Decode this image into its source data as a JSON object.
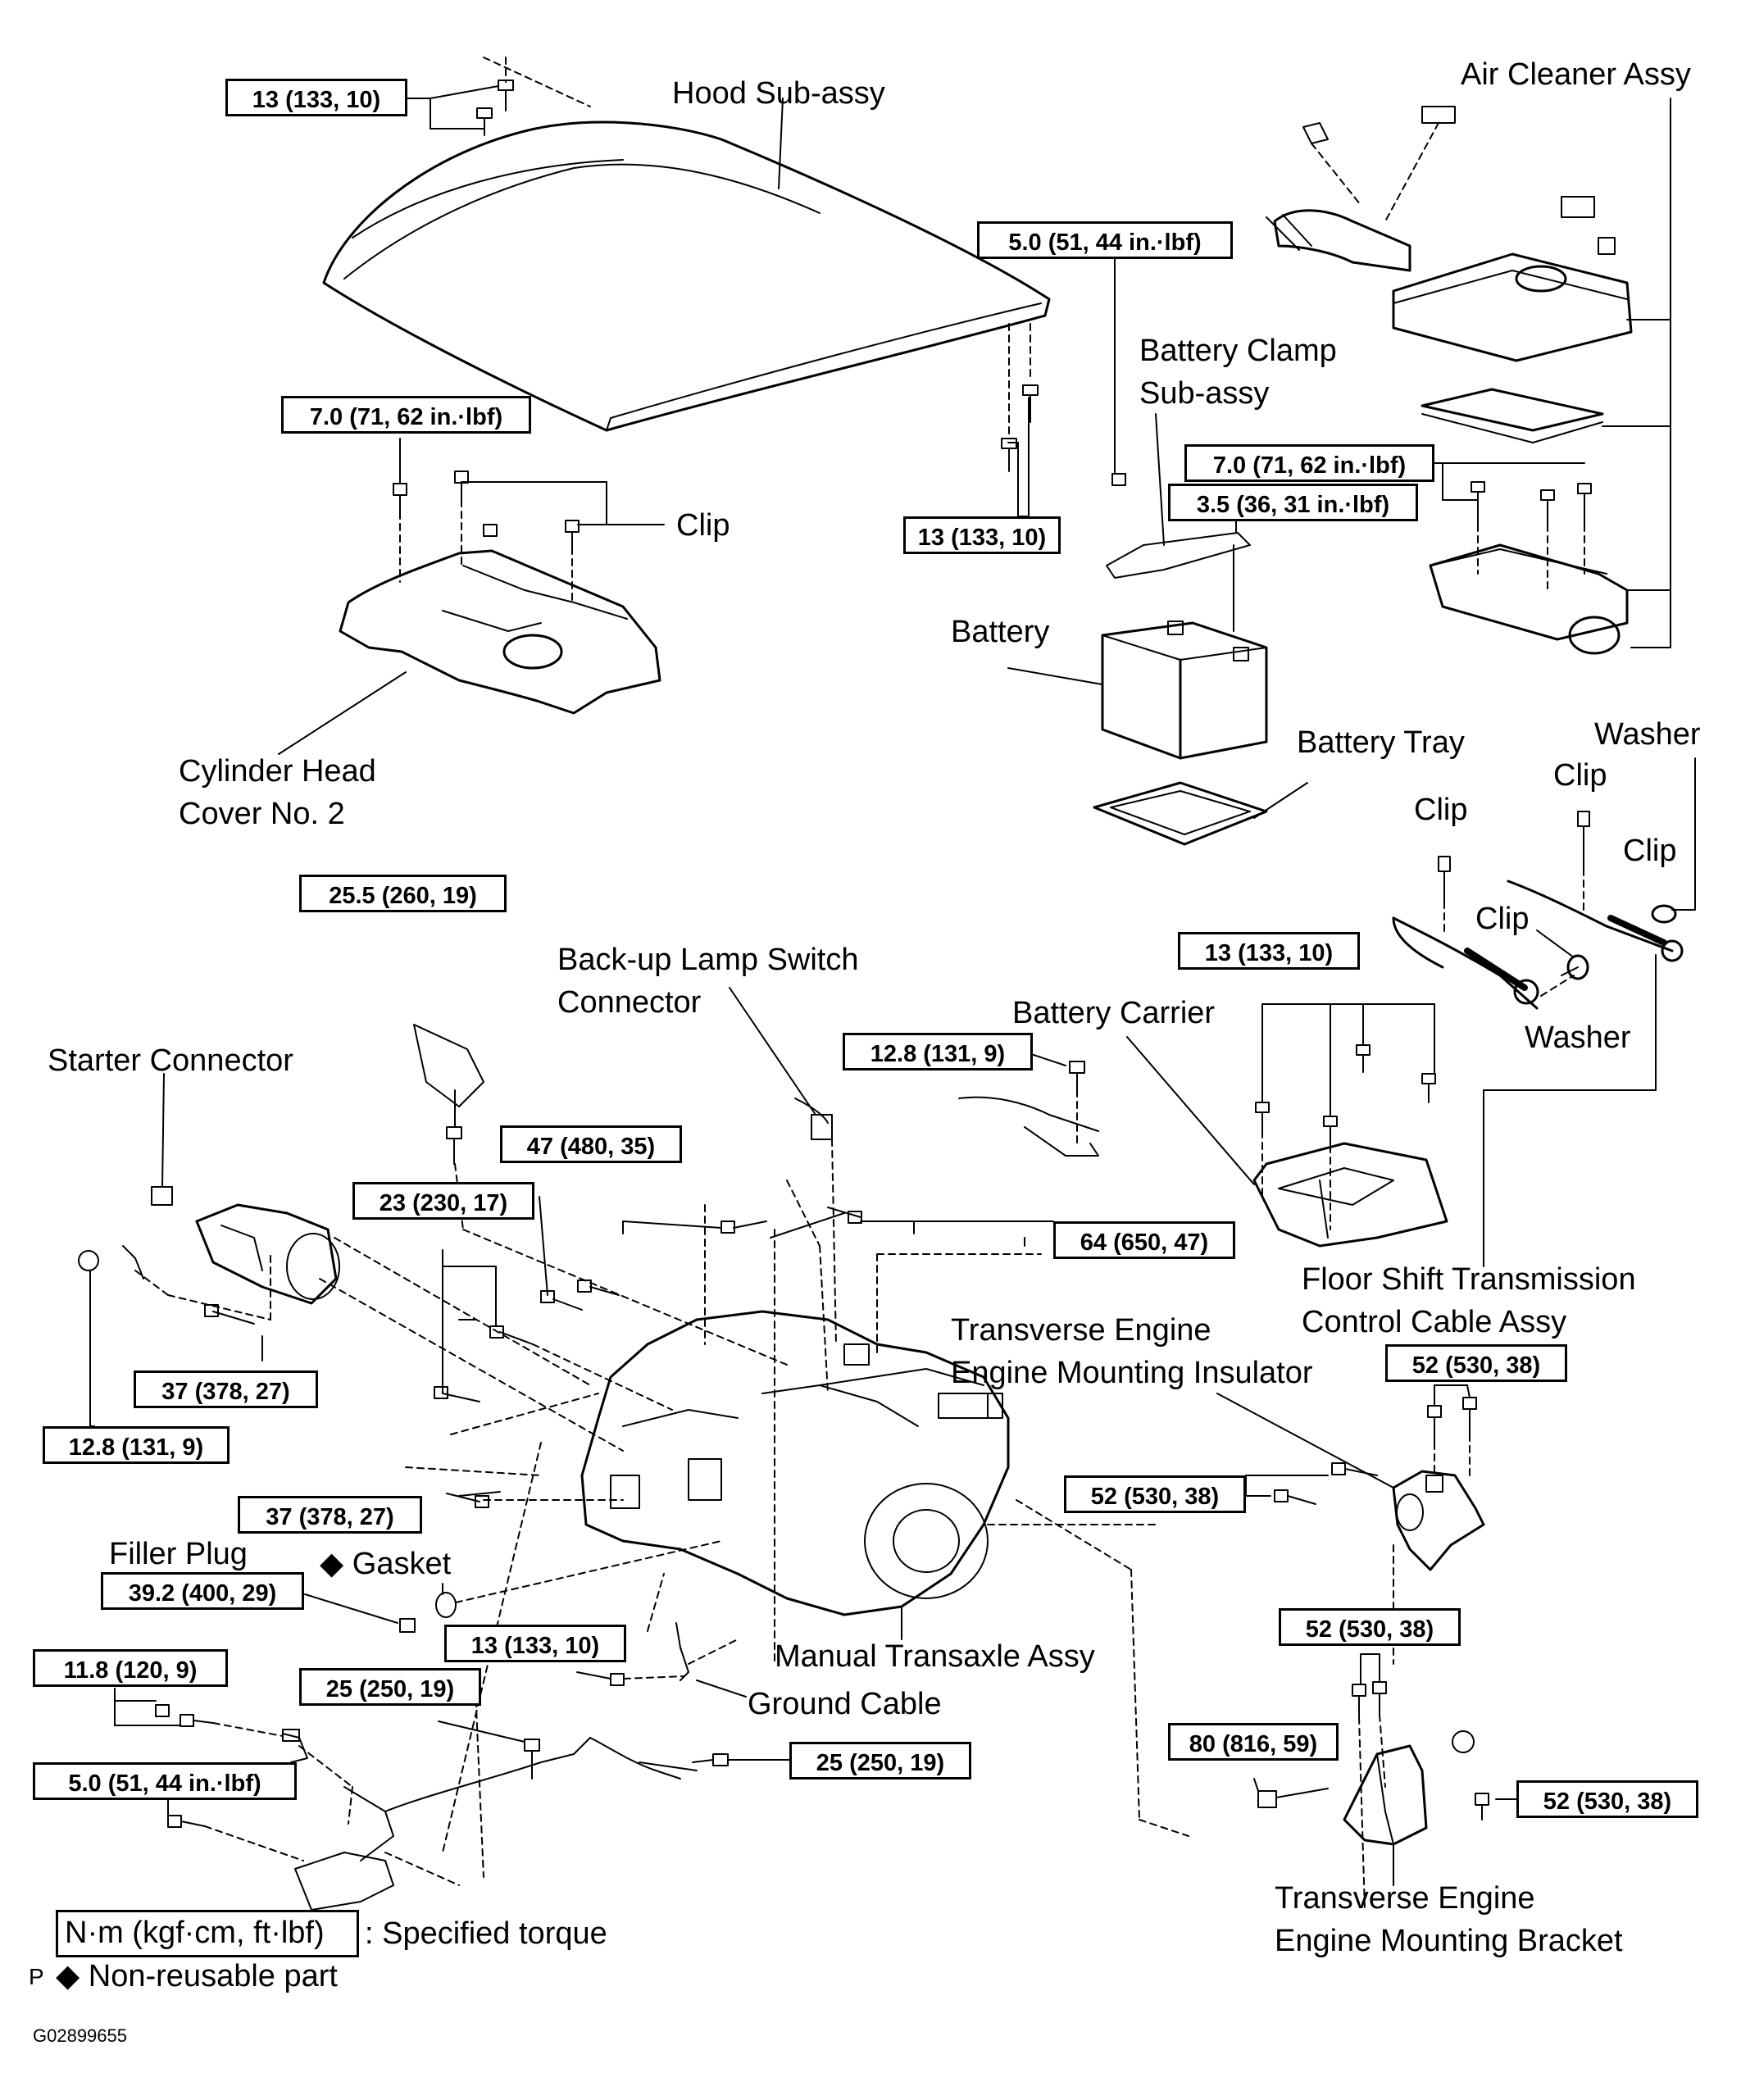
{
  "labels": {
    "hood": "Hood  Sub-assy",
    "air_cleaner": "Air Cleaner Assy",
    "battery_clamp_1": "Battery Clamp",
    "battery_clamp_2": "Sub-assy",
    "clip_hood": "Clip",
    "battery": "Battery",
    "battery_tray": "Battery Tray",
    "cyl_head_1": "Cylinder Head",
    "cyl_head_2": "Cover No. 2",
    "washer_top": "Washer",
    "clip_a": "Clip",
    "clip_b": "Clip",
    "clip_c": "Clip",
    "clip_d": "Clip",
    "washer_bottom": "Washer",
    "backup_1": "Back-up  Lamp Switch",
    "backup_2": "Connector",
    "battery_carrier": "Battery Carrier",
    "starter_connector": "Starter Connector",
    "floor_shift_1": "Floor Shift Transmission",
    "floor_shift_2": "Control Cable Assy",
    "mount_insulator_1": "Transverse Engine",
    "mount_insulator_2": "Engine Mounting Insulator",
    "filler_plug": "Filler Plug",
    "gasket": "◆ Gasket",
    "manual_transaxle": "Manual Transaxle Assy",
    "ground_cable": "Ground Cable",
    "mount_bracket_1": "Transverse Engine",
    "mount_bracket_2": "Engine Mounting Bracket"
  },
  "torques": {
    "t_hood_top": "13 (133, 10)",
    "t_hood_right": "13 (133, 10)",
    "t_battery_clamp": "5.0 (51, 44 in.·lbf)",
    "t_cyl_cover": "7.0 (71, 62 in.·lbf)",
    "t_air_cleaner": "7.0 (71, 62 in.·lbf)",
    "t_clamp_small": "3.5 (36, 31 in.·lbf)",
    "t_upper_trans": "25.5 (260, 19)",
    "t_conn_bracket": "12.8 (131, 9)",
    "t_battery_carrier": "13 (133, 10)",
    "t_47": "47 (480, 35)",
    "t_23": "23 (230, 17)",
    "t_64": "64 (650, 47)",
    "t_37_starter": "37 (378, 27)",
    "t_starter_nut": "12.8 (131, 9)",
    "t_37_lower": "37 (378, 27)",
    "t_filler": "39.2 (400, 29)",
    "t_ground": "13 (133, 10)",
    "t_11_8": "11.8 (120, 9)",
    "t_25_a": "25 (250, 19)",
    "t_25_b": "25 (250, 19)",
    "t_5_0_lower": "5.0 (51, 44 in.·lbf)",
    "t_52_top": "52 (530, 38)",
    "t_52_left": "52 (530, 38)",
    "t_52_mid": "52 (530, 38)",
    "t_52_right": "52 (530, 38)",
    "t_80": "80 (816, 59)"
  },
  "legend": {
    "unit_box": "N·m (kgf·cm, ft·lbf)",
    "specified": ": Specified torque",
    "non_reusable": "◆ Non-reusable part",
    "p_mark": "P"
  },
  "figure_id": "G02899655"
}
